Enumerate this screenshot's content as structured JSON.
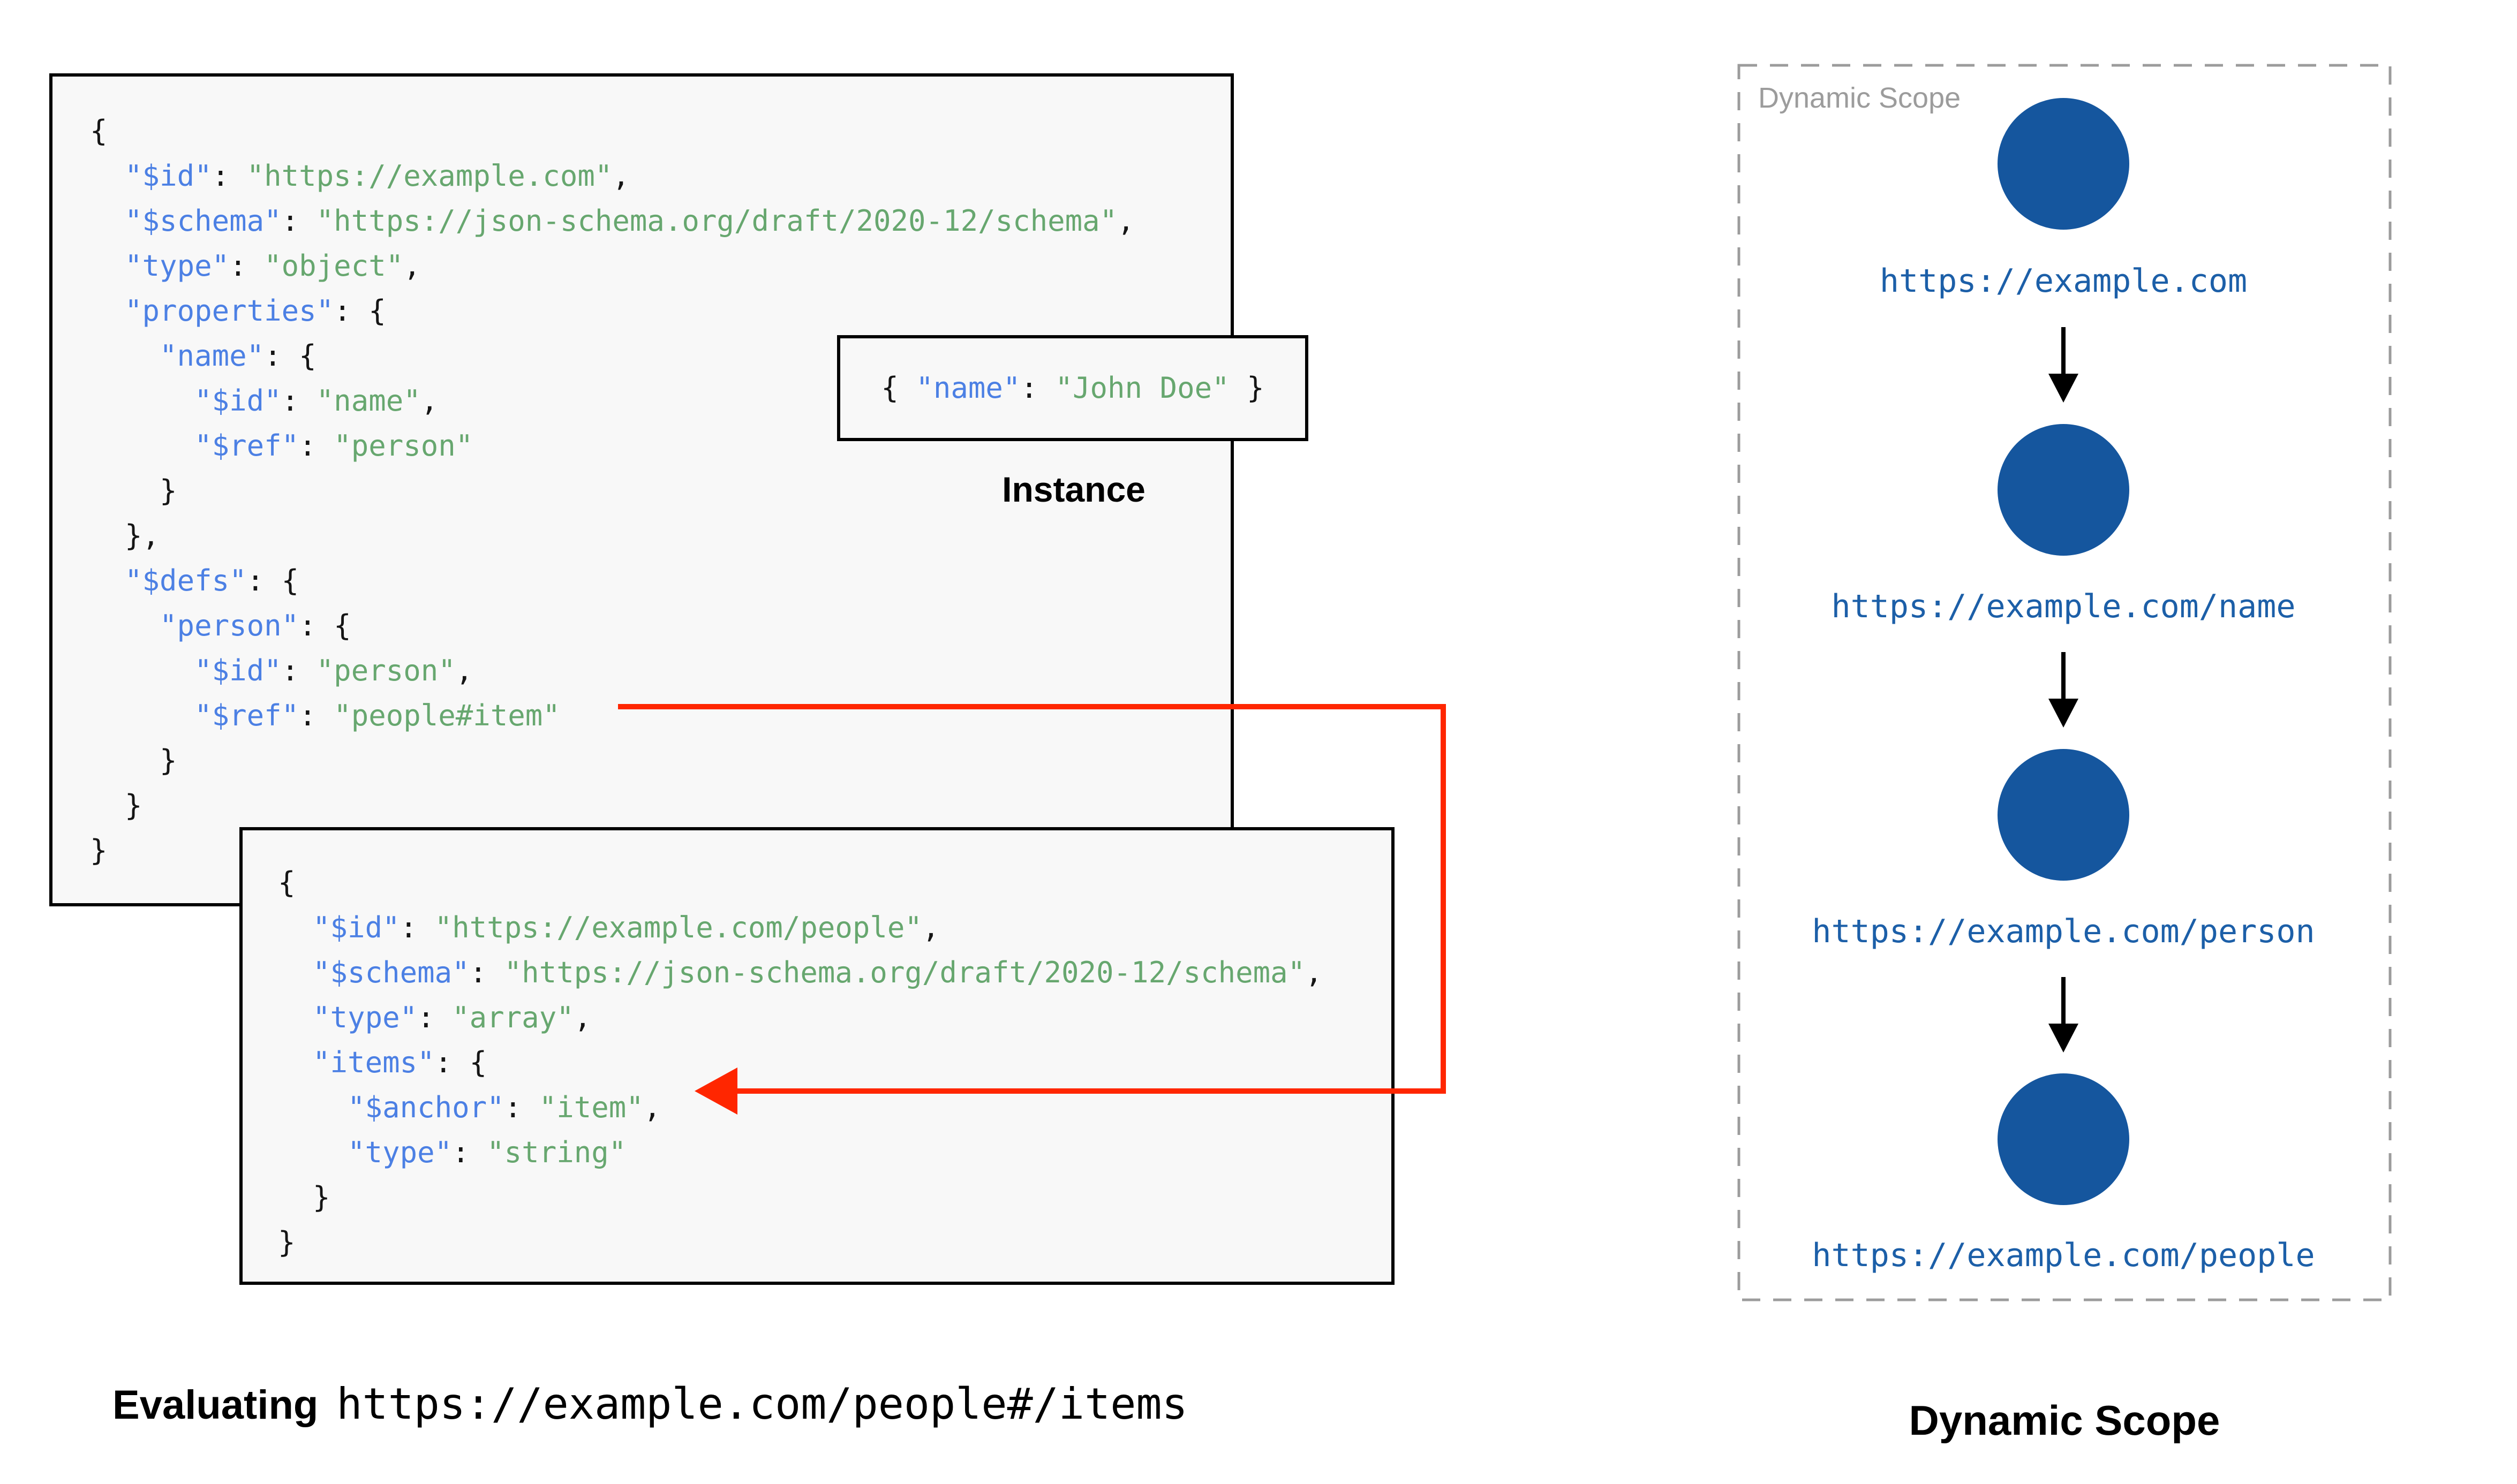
{
  "palette": {
    "key": "#4C80E4",
    "str": "#67A76F",
    "punct": "#151515",
    "red": "#FF2600",
    "circle": "#15569E",
    "url": "#1C5FA8",
    "gray": "#9C9C9C",
    "boxbg": "#F8F8F8",
    "border": "#000000"
  },
  "captions": {
    "instance": "Instance",
    "evaluating_prefix": "Evaluating",
    "evaluating_uri": "https://example.com/people#/items"
  },
  "dynamic_scope": {
    "header": "Dynamic Scope",
    "caption": "Dynamic Scope",
    "nodes": [
      {
        "url": "https://example.com"
      },
      {
        "url": "https://example.com/name"
      },
      {
        "url": "https://example.com/person"
      },
      {
        "url": "https://example.com/people"
      }
    ]
  },
  "code": {
    "schema1": {
      "lines": [
        [
          {
            "t": "{",
            "c": "punct"
          }
        ],
        [
          {
            "t": "  ",
            "c": "punct"
          },
          {
            "t": "\"$id\"",
            "c": "key"
          },
          {
            "t": ": ",
            "c": "punct"
          },
          {
            "t": "\"https://example.com\"",
            "c": "str"
          },
          {
            "t": ",",
            "c": "punct"
          }
        ],
        [
          {
            "t": "  ",
            "c": "punct"
          },
          {
            "t": "\"$schema\"",
            "c": "key"
          },
          {
            "t": ": ",
            "c": "punct"
          },
          {
            "t": "\"https://json-schema.org/draft/2020-12/schema\"",
            "c": "str"
          },
          {
            "t": ",",
            "c": "punct"
          }
        ],
        [
          {
            "t": "  ",
            "c": "punct"
          },
          {
            "t": "\"type\"",
            "c": "key"
          },
          {
            "t": ": ",
            "c": "punct"
          },
          {
            "t": "\"object\"",
            "c": "str"
          },
          {
            "t": ",",
            "c": "punct"
          }
        ],
        [
          {
            "t": "  ",
            "c": "punct"
          },
          {
            "t": "\"properties\"",
            "c": "key"
          },
          {
            "t": ": {",
            "c": "punct"
          }
        ],
        [
          {
            "t": "    ",
            "c": "punct"
          },
          {
            "t": "\"name\"",
            "c": "key"
          },
          {
            "t": ": {",
            "c": "punct"
          }
        ],
        [
          {
            "t": "      ",
            "c": "punct"
          },
          {
            "t": "\"$id\"",
            "c": "key"
          },
          {
            "t": ": ",
            "c": "punct"
          },
          {
            "t": "\"name\"",
            "c": "str"
          },
          {
            "t": ",",
            "c": "punct"
          }
        ],
        [
          {
            "t": "      ",
            "c": "punct"
          },
          {
            "t": "\"$ref\"",
            "c": "key"
          },
          {
            "t": ": ",
            "c": "punct"
          },
          {
            "t": "\"person\"",
            "c": "str"
          }
        ],
        [
          {
            "t": "    }",
            "c": "punct"
          }
        ],
        [
          {
            "t": "  },",
            "c": "punct"
          }
        ],
        [
          {
            "t": "  ",
            "c": "punct"
          },
          {
            "t": "\"$defs\"",
            "c": "key"
          },
          {
            "t": ": {",
            "c": "punct"
          }
        ],
        [
          {
            "t": "    ",
            "c": "punct"
          },
          {
            "t": "\"person\"",
            "c": "key"
          },
          {
            "t": ": {",
            "c": "punct"
          }
        ],
        [
          {
            "t": "      ",
            "c": "punct"
          },
          {
            "t": "\"$id\"",
            "c": "key"
          },
          {
            "t": ": ",
            "c": "punct"
          },
          {
            "t": "\"person\"",
            "c": "str"
          },
          {
            "t": ",",
            "c": "punct"
          }
        ],
        [
          {
            "t": "      ",
            "c": "punct"
          },
          {
            "t": "\"$ref\"",
            "c": "key"
          },
          {
            "t": ": ",
            "c": "punct"
          },
          {
            "t": "\"people#item\"",
            "c": "str"
          }
        ],
        [
          {
            "t": "    }",
            "c": "punct"
          }
        ],
        [
          {
            "t": "  }",
            "c": "punct"
          }
        ],
        [
          {
            "t": "}",
            "c": "punct"
          }
        ]
      ]
    },
    "schema2": {
      "lines": [
        [
          {
            "t": "{",
            "c": "punct"
          }
        ],
        [
          {
            "t": "  ",
            "c": "punct"
          },
          {
            "t": "\"$id\"",
            "c": "key"
          },
          {
            "t": ": ",
            "c": "punct"
          },
          {
            "t": "\"https://example.com/people\"",
            "c": "str"
          },
          {
            "t": ",",
            "c": "punct"
          }
        ],
        [
          {
            "t": "  ",
            "c": "punct"
          },
          {
            "t": "\"$schema\"",
            "c": "key"
          },
          {
            "t": ": ",
            "c": "punct"
          },
          {
            "t": "\"https://json-schema.org/draft/2020-12/schema\"",
            "c": "str"
          },
          {
            "t": ",",
            "c": "punct"
          }
        ],
        [
          {
            "t": "  ",
            "c": "punct"
          },
          {
            "t": "\"type\"",
            "c": "key"
          },
          {
            "t": ": ",
            "c": "punct"
          },
          {
            "t": "\"array\"",
            "c": "str"
          },
          {
            "t": ",",
            "c": "punct"
          }
        ],
        [
          {
            "t": "  ",
            "c": "punct"
          },
          {
            "t": "\"items\"",
            "c": "key"
          },
          {
            "t": ": {",
            "c": "punct"
          }
        ],
        [
          {
            "t": "    ",
            "c": "punct"
          },
          {
            "t": "\"$anchor\"",
            "c": "key"
          },
          {
            "t": ": ",
            "c": "punct"
          },
          {
            "t": "\"item\"",
            "c": "str"
          },
          {
            "t": ",",
            "c": "punct"
          }
        ],
        [
          {
            "t": "    ",
            "c": "punct"
          },
          {
            "t": "\"type\"",
            "c": "key"
          },
          {
            "t": ": ",
            "c": "punct"
          },
          {
            "t": "\"string\"",
            "c": "str"
          }
        ],
        [
          {
            "t": "  }",
            "c": "punct"
          }
        ],
        [
          {
            "t": "}",
            "c": "punct"
          }
        ]
      ]
    },
    "instance": {
      "lines": [
        [
          {
            "t": "{ ",
            "c": "punct"
          },
          {
            "t": "\"name\"",
            "c": "key"
          },
          {
            "t": ": ",
            "c": "punct"
          },
          {
            "t": "\"John Doe\"",
            "c": "str"
          },
          {
            "t": " }",
            "c": "punct"
          }
        ]
      ]
    }
  }
}
